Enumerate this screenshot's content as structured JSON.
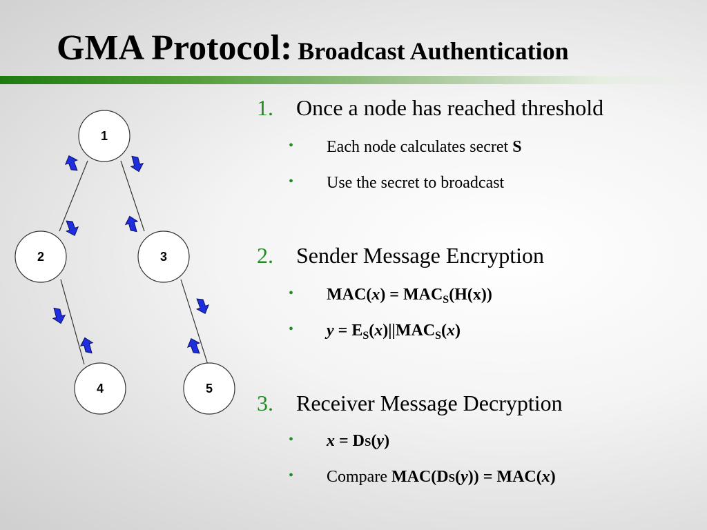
{
  "title": {
    "main": "GMA Protocol:",
    "sub": "Broadcast Authentication"
  },
  "diagram": {
    "nodes": [
      "1",
      "2",
      "3",
      "4",
      "5"
    ],
    "arrow_color": "#1f2fe0"
  },
  "list": {
    "items": [
      {
        "number": "1.",
        "text": "Once a node has reached threshold",
        "bullets": {
          "b1": {
            "text": "Each node calculates secret ",
            "bold": "S"
          },
          "b2": {
            "text": "Use the secret to broadcast"
          }
        }
      },
      {
        "number": "2.",
        "text": "Sender Message Encryption",
        "bullets": {
          "b1": {
            "p1": "MAC(",
            "x": "x",
            "p2": ") = MAC",
            "sub": "S",
            "p3": "(H(x))"
          },
          "b2": {
            "y": "y",
            "p1": " = E",
            "sub": "S",
            "p2": "(",
            "x": "x",
            "p3": ")||MAC",
            "sub2": "S",
            "p4": "(",
            "x2": "x",
            "p5": ")"
          }
        }
      },
      {
        "number": "3.",
        "text": "Receiver Message Decryption",
        "bullets": {
          "b1": {
            "x": "x",
            "p1": " = D",
            "sm": "S",
            "p2": "(",
            "y": "y",
            "p3": ")"
          },
          "b2": {
            "compare": "Compare ",
            "p1": "MAC(D",
            "sm": "S",
            "p2": "(",
            "y": "y",
            "p3": ")) = MAC(",
            "x": "x",
            "p4": ")"
          }
        }
      }
    ],
    "bullet_char": "•"
  },
  "colors": {
    "accent_green": "#228b22",
    "rule_green": "#1f7a12"
  }
}
